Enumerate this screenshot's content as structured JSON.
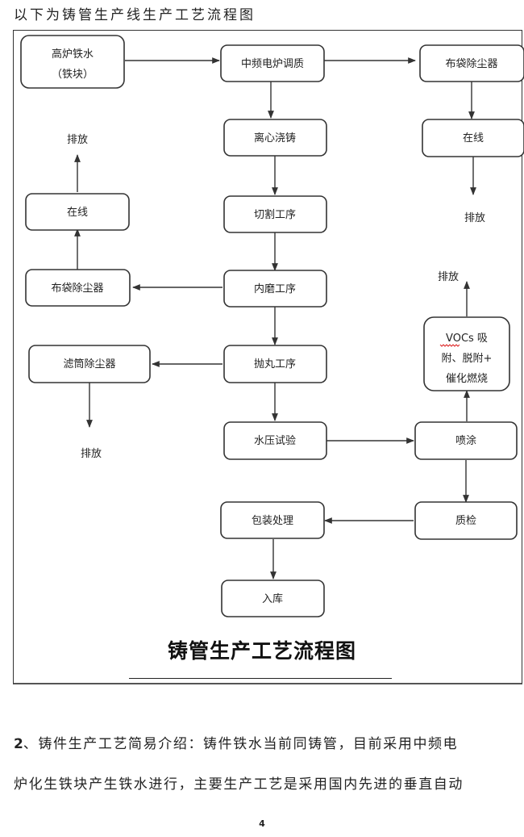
{
  "intro_line": "以下为铸管生产线生产工艺流程图",
  "diagram": {
    "title": "铸管生产工艺流程图",
    "nodes": {
      "molten_iron": [
        "高炉铁水",
        "（铁块）"
      ],
      "mf_furnace": "中频电炉调质",
      "bag_filter_top": "布袋除尘器",
      "centrifugal_casting": "离心浇铸",
      "online_right": "在线",
      "cutting": "切割工序",
      "inner_grinding": "内磨工序",
      "bag_filter_left": "布袋除尘器",
      "online_left": "在线",
      "shot_blasting": "抛丸工序",
      "cartridge_filter": "滤筒除尘器",
      "vocs_treatment": [
        "VOCs 吸",
        "附、脱附+",
        "催化燃烧"
      ],
      "hydro_test": "水压试验",
      "spraying": "喷涂",
      "quality_check": "质检",
      "packaging": "包装处理",
      "storage": "入库"
    },
    "emission_labels": {
      "left_top": "排放",
      "right_top": "排放",
      "vocs_top": "排放",
      "left_bottom": "排放"
    }
  },
  "paragraph": {
    "number": "2",
    "line1": "、铸件生产工艺简易介绍：铸件铁水当前同铸管，目前采用中频电",
    "line2": "炉化生铁块产生铁水进行，主要生产工艺是采用国内先进的垂直自动"
  },
  "page_number": "4"
}
